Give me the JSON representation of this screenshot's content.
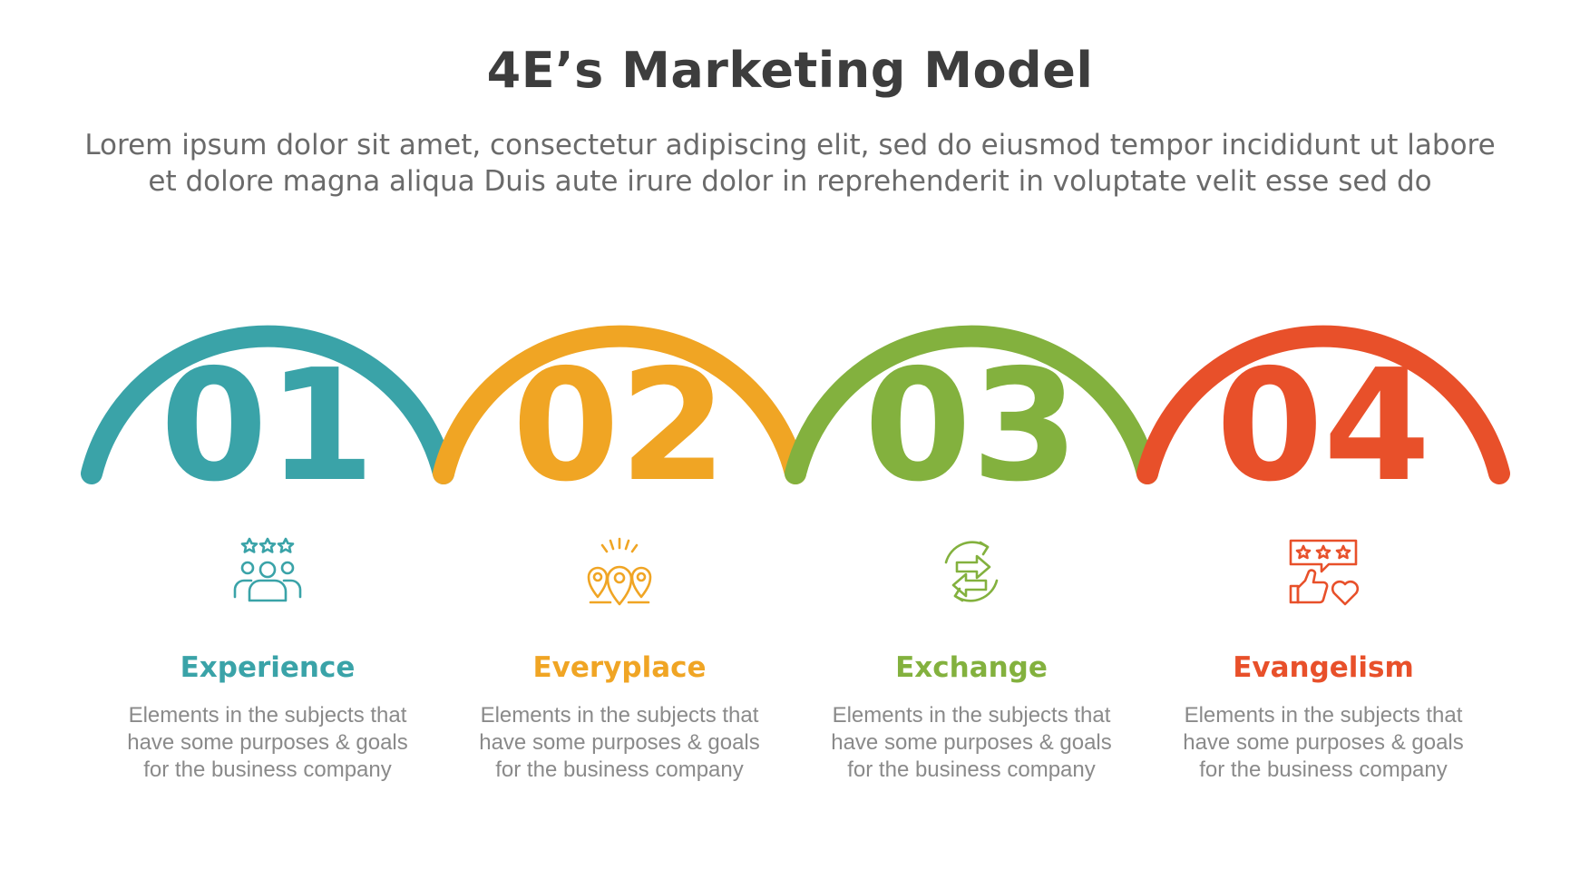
{
  "title": "4E’s Marketing Model",
  "subtitle": {
    "line1": "Lorem ipsum dolor sit amet, consectetur adipiscing elit, sed do eiusmod tempor incididunt ut labore",
    "line2": "et dolore magna aliqua Duis aute irure dolor in reprehenderit in voluptate velit esse sed do"
  },
  "steps": [
    {
      "number": "01",
      "heading": "Experience",
      "color": "#3aa3a8",
      "icon": "people-rating-icon",
      "desc": [
        "Elements in the subjects that",
        "have  some purposes & goals",
        "for the  business company"
      ]
    },
    {
      "number": "02",
      "heading": "Everyplace",
      "color": "#f0a524",
      "icon": "location-pins-icon",
      "desc": [
        "Elements in the subjects that",
        "have  some purposes & goals",
        "for the  business company"
      ]
    },
    {
      "number": "03",
      "heading": "Exchange",
      "color": "#83b13e",
      "icon": "exchange-arrows-icon",
      "desc": [
        "Elements in the subjects that",
        "have  some purposes & goals",
        "for the  business company"
      ]
    },
    {
      "number": "04",
      "heading": "Evangelism",
      "color": "#e8502a",
      "icon": "review-like-heart-icon",
      "desc": [
        "Elements in the subjects that",
        "have  some purposes & goals",
        "for the  business company"
      ]
    }
  ]
}
